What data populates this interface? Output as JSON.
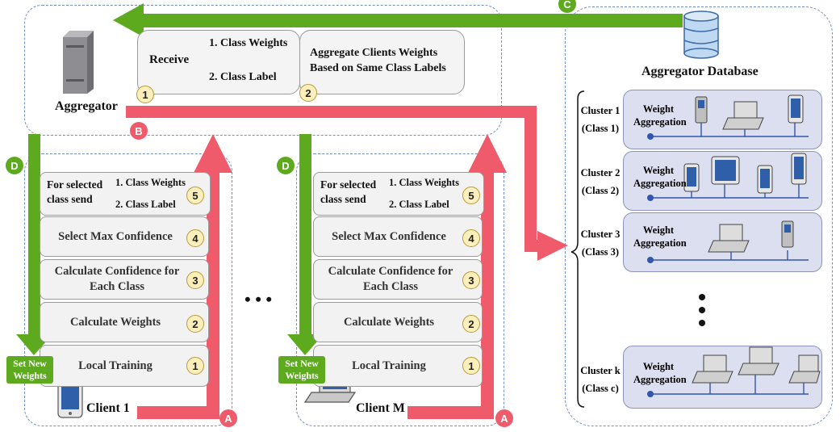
{
  "aggregator": {
    "label": "Aggregator",
    "receive_label": "Receive",
    "receive_items": [
      "1. Class Weights",
      "2. Class Label"
    ],
    "aggregate_text": "Aggregate Clients Weights Based on Same Class Labels",
    "receive_step": "1",
    "aggregate_step": "2"
  },
  "database": {
    "label": "Aggregator Database",
    "weight_aggregation": "Weight Aggregation",
    "clusters": [
      {
        "name": "Cluster 1",
        "class": "(Class 1)"
      },
      {
        "name": "Cluster 2",
        "class": "(Class 2)"
      },
      {
        "name": "Cluster 3",
        "class": "(Class 3)"
      },
      {
        "name": "Cluster k",
        "class": "(Class c)"
      }
    ]
  },
  "client_steps": {
    "send_label": "For selected class send",
    "send_items": [
      "1. Class Weights",
      "2. Class Label"
    ],
    "steps": [
      {
        "n": "5",
        "text": "For selected class send"
      },
      {
        "n": "4",
        "text": "Select Max Confidence"
      },
      {
        "n": "3",
        "text": "Calculate Confidence for Each Class"
      },
      {
        "n": "2",
        "text": "Calculate Weights"
      },
      {
        "n": "1",
        "text": "Local Training"
      }
    ]
  },
  "clients": [
    "Client 1",
    "Client M"
  ],
  "set_new_weights": "Set New Weights",
  "ellipsis": "• • •",
  "badges": {
    "a": "A",
    "b": "B",
    "c": "C",
    "d": "D"
  },
  "colors": {
    "green": "#5daa1f",
    "red": "#ef5b6b",
    "dash": "#6f8fc7",
    "step_bg": "#f2f2f2",
    "cluster_bg": "#dcdff0"
  }
}
